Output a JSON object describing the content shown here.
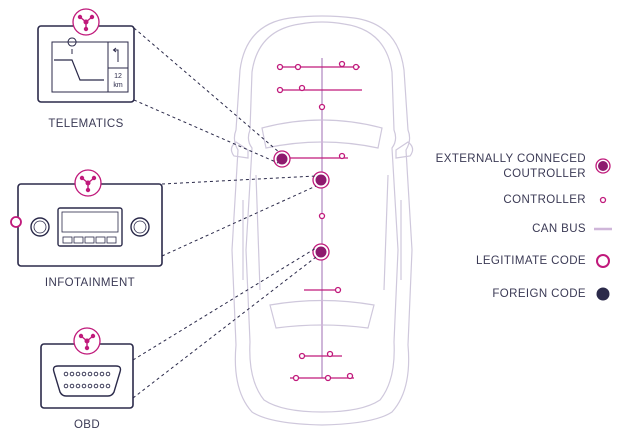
{
  "colors": {
    "magenta": "#c0197b",
    "dark_magenta": "#8e1a6e",
    "navy": "#2b2a4a",
    "lilac": "#cfb6d9",
    "line": "#c6c0d3",
    "text": "#3b3a55"
  },
  "modules": {
    "telematics": {
      "label": "TELEMATICS",
      "icon": "share-node-icon",
      "screen_text_1": "12",
      "screen_text_2": "km"
    },
    "infotainment": {
      "label": "INFOTAINMENT",
      "icon": "share-node-icon"
    },
    "obd": {
      "label": "OBD",
      "icon": "share-node-icon"
    }
  },
  "legend": {
    "external": {
      "line1": "EXTERNALLY CONNECED",
      "line2": "COUTROLLER",
      "symbol": "filled-dot-with-ring"
    },
    "controller": {
      "label": "CONTROLLER",
      "symbol": "small-ring"
    },
    "can_bus": {
      "label": "CAN BUS",
      "symbol": "line"
    },
    "legitimate": {
      "label": "LEGITIMATE CODE",
      "symbol": "magenta-ring"
    },
    "foreign": {
      "label": "FOREIGN CODE",
      "symbol": "navy-dot"
    }
  }
}
